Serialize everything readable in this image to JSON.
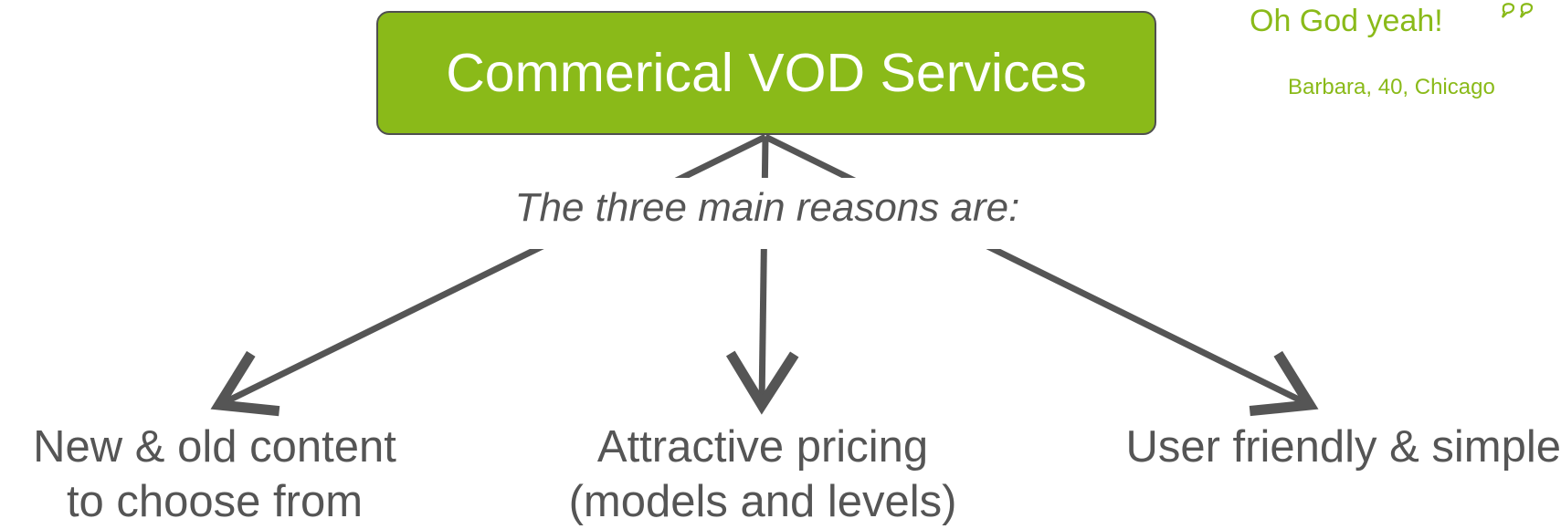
{
  "diagram": {
    "root": {
      "label": "Commerical VOD Services"
    },
    "subtitle": "The three main reasons are:",
    "children": [
      {
        "lines": [
          "New & old content",
          "to choose from"
        ]
      },
      {
        "lines": [
          "Attractive pricing",
          "(models and levels)"
        ]
      },
      {
        "lines": [
          "User friendly & simple"
        ]
      }
    ]
  },
  "quote": {
    "text": "Oh God yeah!",
    "author": "Barbara, 40, Chicago",
    "icon": "speech-bubbles-icon"
  },
  "colors": {
    "accent_green": "#8aba19",
    "text_gray": "#555555",
    "arrow_gray": "#555555",
    "box_border": "#4f4f4f"
  }
}
